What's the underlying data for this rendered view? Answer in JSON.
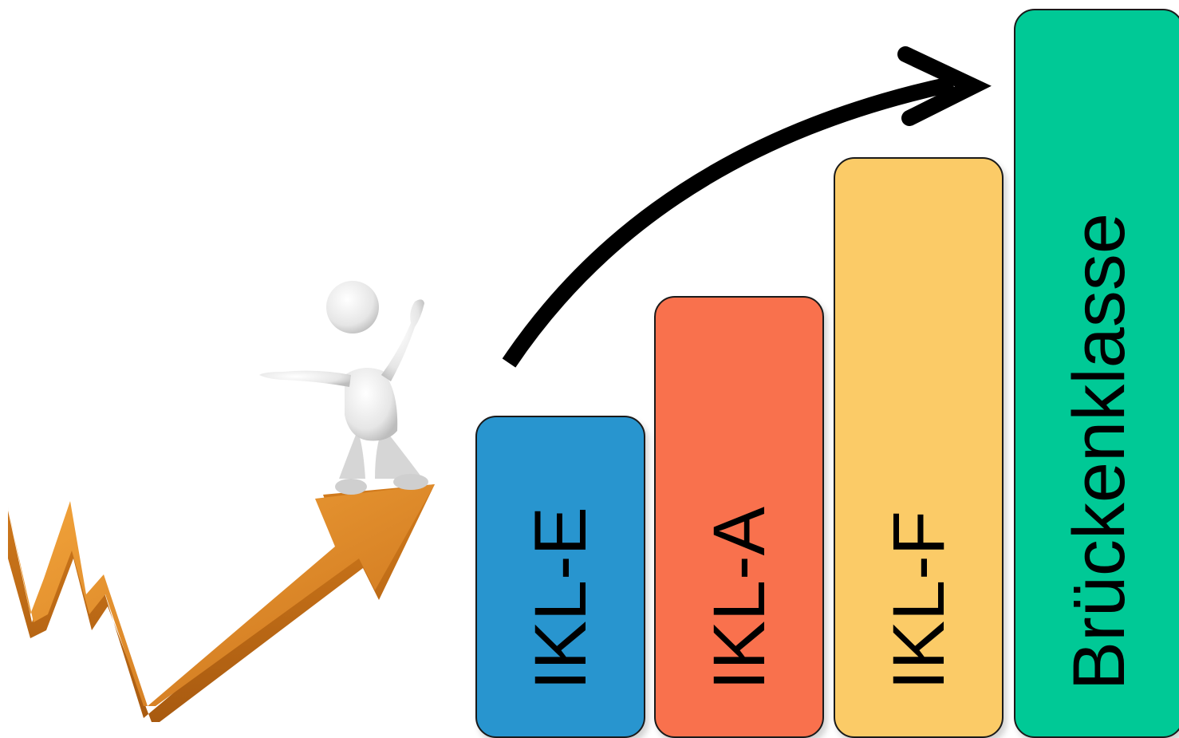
{
  "colors": {
    "block_e": "#2895cf",
    "block_a": "#f9714d",
    "block_f": "#fbcb67",
    "block_b": "#00c996",
    "trend_arrow": "#e08a22",
    "curved_arrow": "#000000"
  },
  "blocks": [
    {
      "id": "block-e",
      "label": "IKL-E"
    },
    {
      "id": "block-a",
      "label": "IKL-A"
    },
    {
      "id": "block-f",
      "label": "IKL-F"
    },
    {
      "id": "block-b",
      "label": "Brückenklasse"
    }
  ],
  "icons": {
    "figure": "person-balancing-icon",
    "trend": "upward-zigzag-arrow-icon",
    "progress": "curved-arrow-icon"
  }
}
